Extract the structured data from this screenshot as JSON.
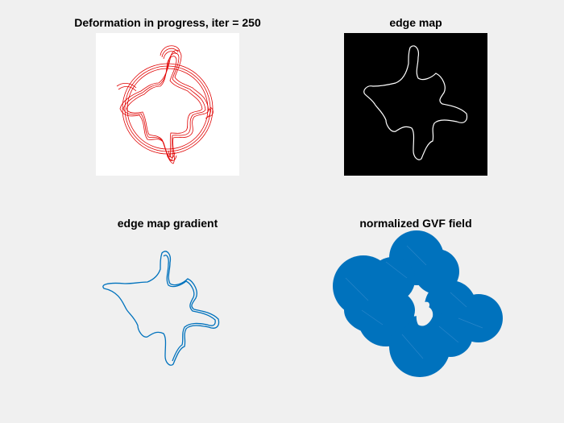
{
  "figure": {
    "background": "#f0f0f0",
    "panels": [
      {
        "id": "deformation",
        "title": "Deformation in progress,  iter = 250",
        "background": "#ffffff",
        "stroke": "#e00000"
      },
      {
        "id": "edge-map",
        "title": "edge map",
        "background": "#000000",
        "stroke": "#ffffff"
      },
      {
        "id": "edge-gradient",
        "title": "edge map gradient",
        "background": "#f0f0f0",
        "stroke": "#0072bd"
      },
      {
        "id": "gvf-field",
        "title": "normalized GVF field",
        "background": "#f0f0f0",
        "fill": "#0072bd"
      }
    ]
  }
}
